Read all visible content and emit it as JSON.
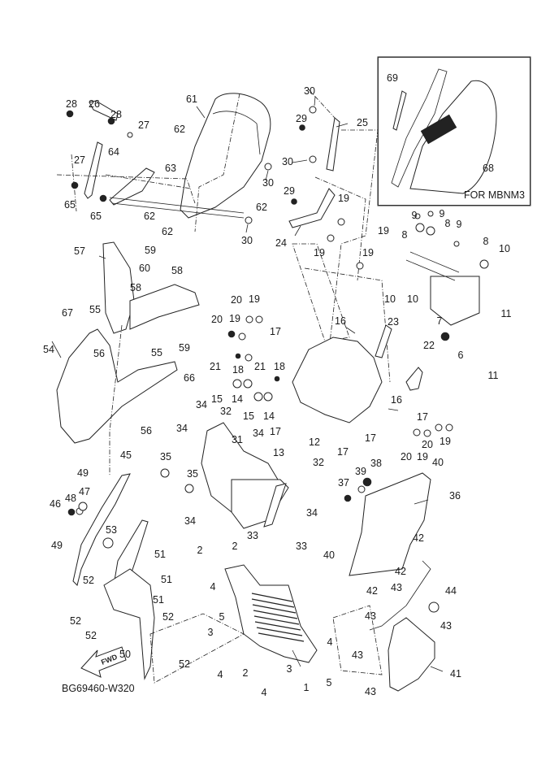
{
  "diagram": {
    "code": "BG69460-W320",
    "inset_caption": "FOR MBNM3",
    "fwd_label": "FWD",
    "callouts": [
      {
        "id": "c61",
        "label": "61"
      },
      {
        "id": "c30a",
        "label": "30"
      },
      {
        "id": "c25",
        "label": "25"
      },
      {
        "id": "c29a",
        "label": "29"
      },
      {
        "id": "c62a",
        "label": "62"
      },
      {
        "id": "c30b",
        "label": "30"
      },
      {
        "id": "c30c",
        "label": "30"
      },
      {
        "id": "c63",
        "label": "63"
      },
      {
        "id": "c29b",
        "label": "29"
      },
      {
        "id": "c62b",
        "label": "62"
      },
      {
        "id": "c62c",
        "label": "62"
      },
      {
        "id": "c62d",
        "label": "62"
      },
      {
        "id": "c30d",
        "label": "30"
      },
      {
        "id": "c24",
        "label": "24"
      },
      {
        "id": "c28a",
        "label": "28"
      },
      {
        "id": "c26",
        "label": "26"
      },
      {
        "id": "c28b",
        "label": "28"
      },
      {
        "id": "c27a",
        "label": "27"
      },
      {
        "id": "c27b",
        "label": "27"
      },
      {
        "id": "c64",
        "label": "64"
      },
      {
        "id": "c65a",
        "label": "65"
      },
      {
        "id": "c65b",
        "label": "65"
      },
      {
        "id": "c69",
        "label": "69"
      },
      {
        "id": "c68",
        "label": "68"
      },
      {
        "id": "c19a",
        "label": "19"
      },
      {
        "id": "c19b",
        "label": "19"
      },
      {
        "id": "c19c",
        "label": "19"
      },
      {
        "id": "c19d",
        "label": "19"
      },
      {
        "id": "c9a",
        "label": "9"
      },
      {
        "id": "c9b",
        "label": "9"
      },
      {
        "id": "c8a",
        "label": "8"
      },
      {
        "id": "c8b",
        "label": "8"
      },
      {
        "id": "c9c",
        "label": "9"
      },
      {
        "id": "c8c",
        "label": "8"
      },
      {
        "id": "c10a",
        "label": "10"
      },
      {
        "id": "c10b",
        "label": "10"
      },
      {
        "id": "c10c",
        "label": "10"
      },
      {
        "id": "c11a",
        "label": "11"
      },
      {
        "id": "c11b",
        "label": "11"
      },
      {
        "id": "c7",
        "label": "7"
      },
      {
        "id": "c6",
        "label": "6"
      },
      {
        "id": "c23",
        "label": "23"
      },
      {
        "id": "c22",
        "label": "22"
      },
      {
        "id": "c57",
        "label": "57"
      },
      {
        "id": "c59a",
        "label": "59"
      },
      {
        "id": "c60",
        "label": "60"
      },
      {
        "id": "c58a",
        "label": "58"
      },
      {
        "id": "c58b",
        "label": "58"
      },
      {
        "id": "c67",
        "label": "67"
      },
      {
        "id": "c55a",
        "label": "55"
      },
      {
        "id": "c54",
        "label": "54"
      },
      {
        "id": "c56a",
        "label": "56"
      },
      {
        "id": "c59b",
        "label": "59"
      },
      {
        "id": "c55b",
        "label": "55"
      },
      {
        "id": "c66",
        "label": "66"
      },
      {
        "id": "c56b",
        "label": "56"
      },
      {
        "id": "c20a",
        "label": "20"
      },
      {
        "id": "c19e",
        "label": "19"
      },
      {
        "id": "c20b",
        "label": "20"
      },
      {
        "id": "c19f",
        "label": "19"
      },
      {
        "id": "c16a",
        "label": "16"
      },
      {
        "id": "c17a",
        "label": "17"
      },
      {
        "id": "c21a",
        "label": "21"
      },
      {
        "id": "c18a",
        "label": "18"
      },
      {
        "id": "c21b",
        "label": "21"
      },
      {
        "id": "c18b",
        "label": "18"
      },
      {
        "id": "c15a",
        "label": "15"
      },
      {
        "id": "c14a",
        "label": "14"
      },
      {
        "id": "c15b",
        "label": "15"
      },
      {
        "id": "c14b",
        "label": "14"
      },
      {
        "id": "c16b",
        "label": "16"
      },
      {
        "id": "c17b",
        "label": "17"
      },
      {
        "id": "c34a",
        "label": "34"
      },
      {
        "id": "c32a",
        "label": "32"
      },
      {
        "id": "c34b",
        "label": "34"
      },
      {
        "id": "c31",
        "label": "31"
      },
      {
        "id": "c34c",
        "label": "34"
      },
      {
        "id": "c17c",
        "label": "17"
      },
      {
        "id": "c13",
        "label": "13"
      },
      {
        "id": "c12",
        "label": "12"
      },
      {
        "id": "c17d",
        "label": "17"
      },
      {
        "id": "c17e",
        "label": "17"
      },
      {
        "id": "c20c",
        "label": "20"
      },
      {
        "id": "c19g",
        "label": "19"
      },
      {
        "id": "c20d",
        "label": "20"
      },
      {
        "id": "c19h",
        "label": "19"
      },
      {
        "id": "c35a",
        "label": "35"
      },
      {
        "id": "c35b",
        "label": "35"
      },
      {
        "id": "c32b",
        "label": "32"
      },
      {
        "id": "c34d",
        "label": "34"
      },
      {
        "id": "c34e",
        "label": "34"
      },
      {
        "id": "c33a",
        "label": "33"
      },
      {
        "id": "c33b",
        "label": "33"
      },
      {
        "id": "c39",
        "label": "39"
      },
      {
        "id": "c38",
        "label": "38"
      },
      {
        "id": "c40a",
        "label": "40"
      },
      {
        "id": "c37",
        "label": "37"
      },
      {
        "id": "c36",
        "label": "36"
      },
      {
        "id": "c40b",
        "label": "40"
      },
      {
        "id": "c42a",
        "label": "42"
      },
      {
        "id": "c42b",
        "label": "42"
      },
      {
        "id": "c42c",
        "label": "42"
      },
      {
        "id": "c43a",
        "label": "43"
      },
      {
        "id": "c44",
        "label": "44"
      },
      {
        "id": "c43b",
        "label": "43"
      },
      {
        "id": "c43c",
        "label": "43"
      },
      {
        "id": "c43d",
        "label": "43"
      },
      {
        "id": "c43e",
        "label": "43"
      },
      {
        "id": "c41",
        "label": "41"
      },
      {
        "id": "c45",
        "label": "45"
      },
      {
        "id": "c49a",
        "label": "49"
      },
      {
        "id": "c47",
        "label": "47"
      },
      {
        "id": "c48",
        "label": "48"
      },
      {
        "id": "c46",
        "label": "46"
      },
      {
        "id": "c49b",
        "label": "49"
      },
      {
        "id": "c53",
        "label": "53"
      },
      {
        "id": "c51a",
        "label": "51"
      },
      {
        "id": "c52a",
        "label": "52"
      },
      {
        "id": "c51b",
        "label": "51"
      },
      {
        "id": "c51c",
        "label": "51"
      },
      {
        "id": "c52b",
        "label": "52"
      },
      {
        "id": "c52c",
        "label": "52"
      },
      {
        "id": "c52d",
        "label": "52"
      },
      {
        "id": "c50",
        "label": "50"
      },
      {
        "id": "c52e",
        "label": "52"
      },
      {
        "id": "c2a",
        "label": "2"
      },
      {
        "id": "c2b",
        "label": "2"
      },
      {
        "id": "c4a",
        "label": "4"
      },
      {
        "id": "c5a",
        "label": "5"
      },
      {
        "id": "c3a",
        "label": "3"
      },
      {
        "id": "c4b",
        "label": "4"
      },
      {
        "id": "c4c",
        "label": "4"
      },
      {
        "id": "c2c",
        "label": "2"
      },
      {
        "id": "c3b",
        "label": "3"
      },
      {
        "id": "c4d",
        "label": "4"
      },
      {
        "id": "c1",
        "label": "1"
      },
      {
        "id": "c5b",
        "label": "5"
      }
    ]
  }
}
